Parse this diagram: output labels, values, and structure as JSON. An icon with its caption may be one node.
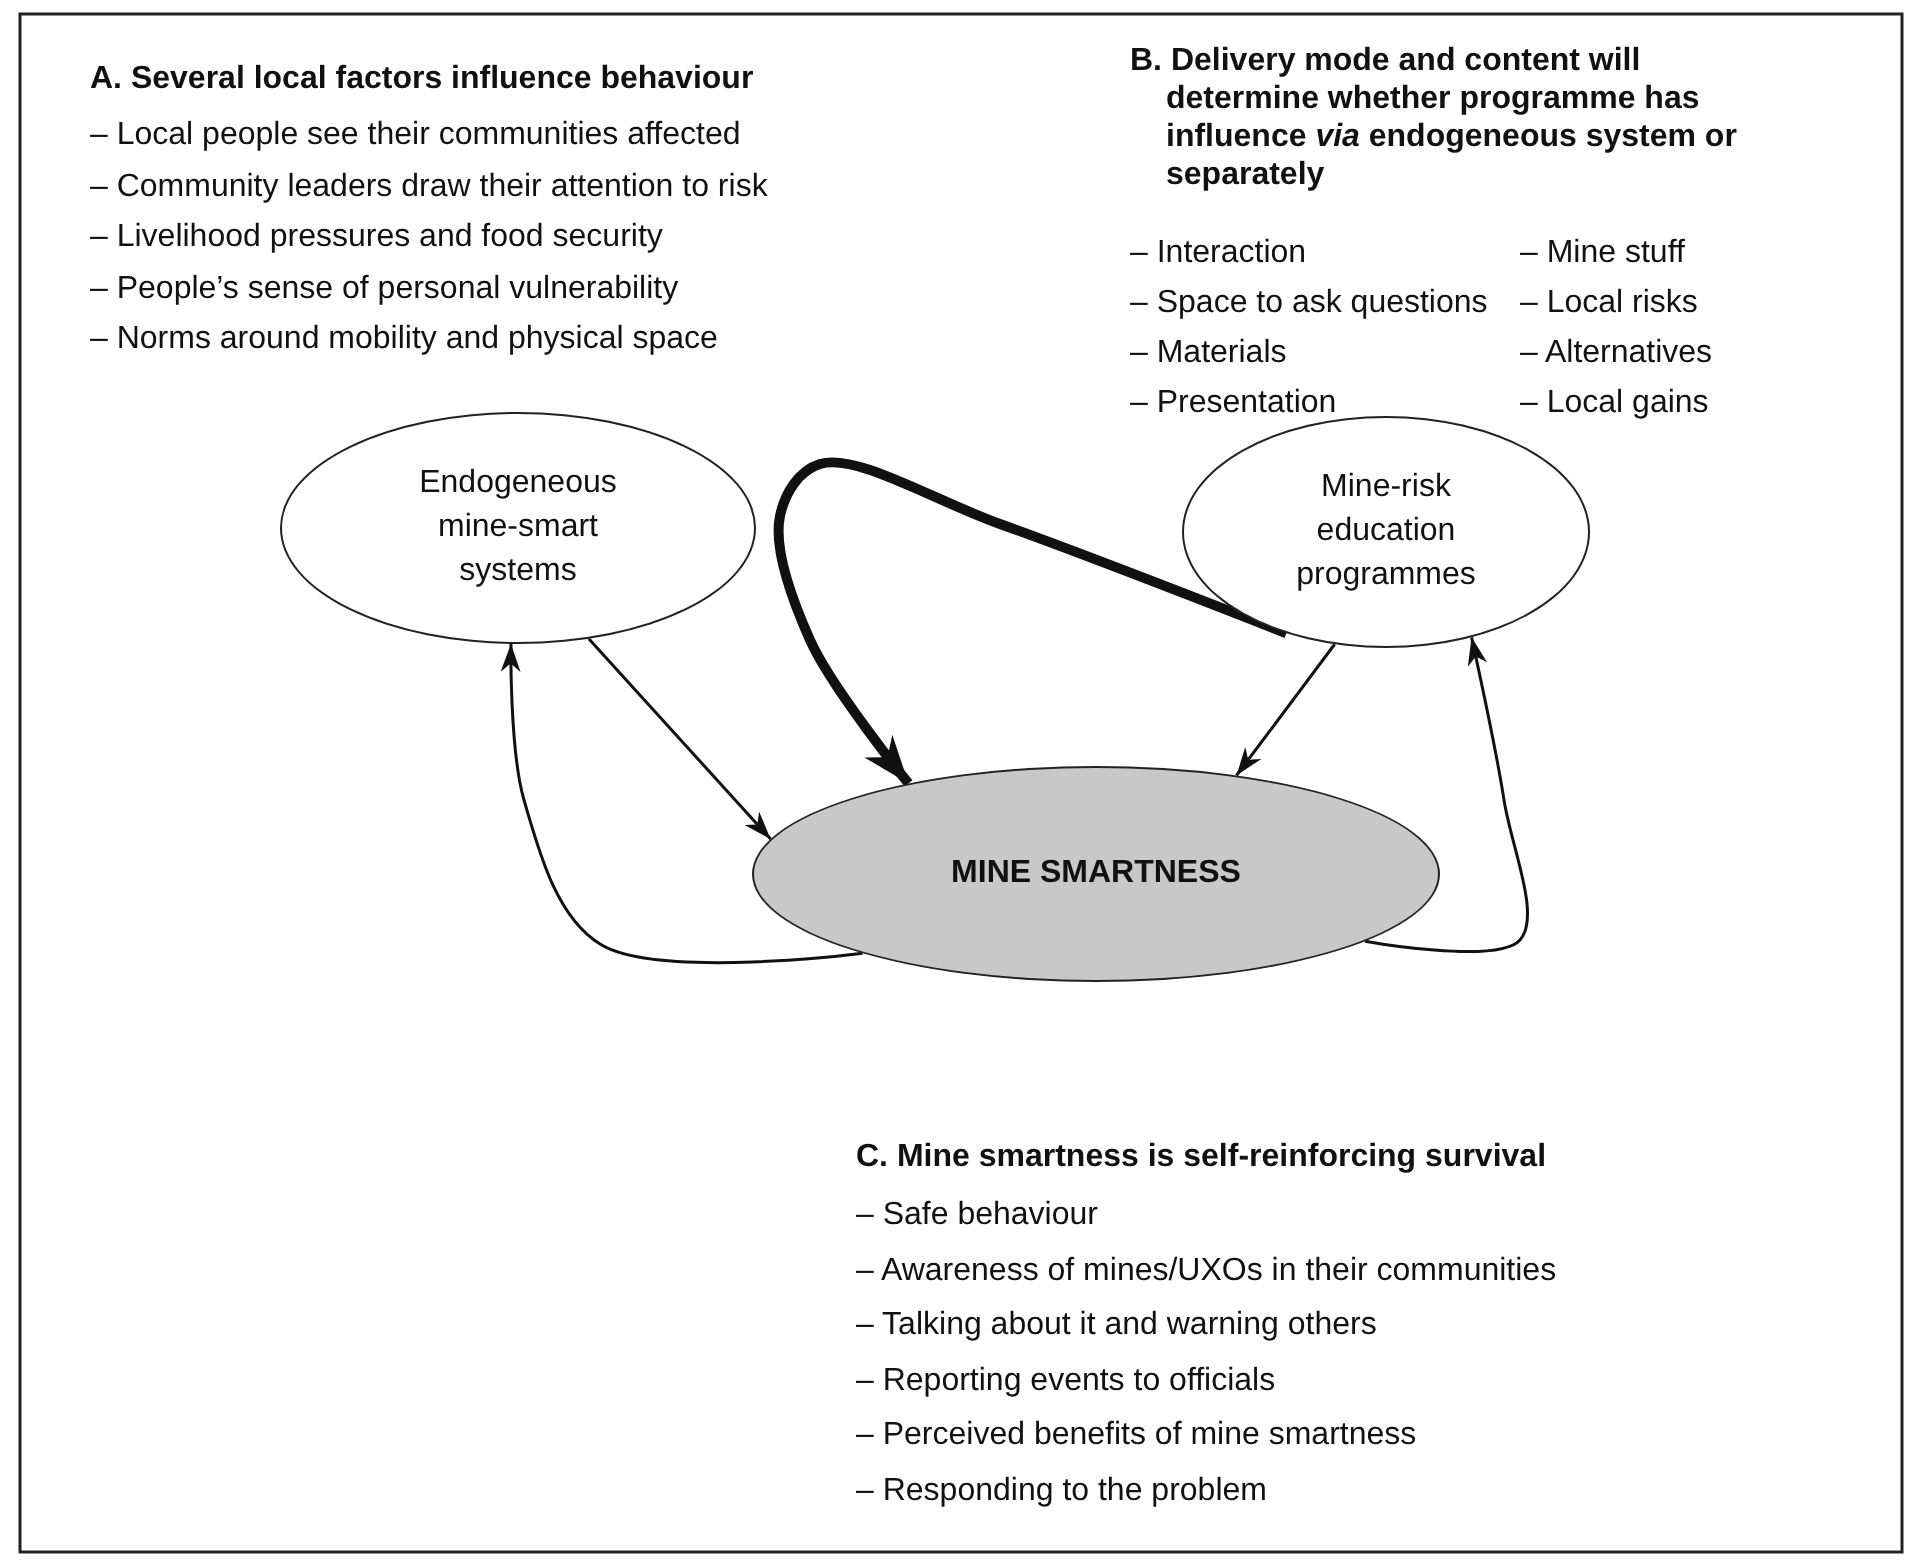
{
  "diagram": {
    "nodes": [
      {
        "text": [
          "Endogeneous mine-smart systems"
        ]
      },
      {
        "text": [
          "Mine-risk education programmes"
        ]
      },
      {
        "text": [
          "MINE SMARTNESS"
        ]
      }
    ],
    "edges": [
      {
        "from": 0,
        "to": 2,
        "arrow": "to"
      },
      {
        "from": 1,
        "to": 2,
        "arrow": "to",
        "style": "thick"
      },
      {
        "from": 1,
        "to": 2,
        "arrow": "to"
      },
      {
        "from": 2,
        "to": 0,
        "arrow": "to"
      },
      {
        "from": 2,
        "to": 1,
        "arrow": "to"
      }
    ],
    "labels": [
      "A. Several local factors influence behaviour",
      "– Local people see their communities affected",
      "– Community leaders draw their attention to risk",
      "– Livelihood pressures and food security",
      "– People’s sense of personal vulnerability",
      "– Norms around mobility and physical space",
      "B. Delivery mode and content will determine whether programme has influence *via* endogeneous system or separately",
      "– Interaction",
      "– Mine stuff",
      "– Space to ask questions",
      "– Local risks",
      "– Materials",
      "– Alternatives",
      "– Presentation",
      "– Local gains",
      "C. Mine smartness is self-reinforcing survival",
      "– Safe behaviour",
      "– Awareness of mines/UXOs in their communities",
      "– Talking about it and warning others",
      "– Reporting events to officials",
      "– Perceived benefits of mine smartness",
      "– Responding to the problem"
    ]
  }
}
